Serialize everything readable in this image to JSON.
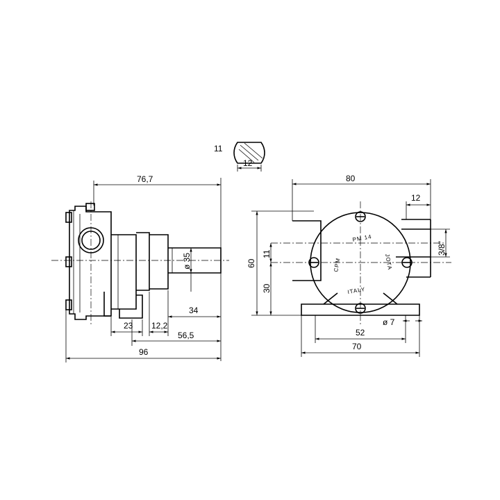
{
  "dimensions": {
    "key_height": "11",
    "key_width": "12",
    "side_length": "76,7",
    "shaft_diameter": "ø 35",
    "shaft_length": "34",
    "dim_23": "23",
    "dim_12_2": "12,2",
    "dim_56_5": "56,5",
    "overall_length": "96",
    "front_width": "80",
    "port_offset": "12",
    "port_thread": "3/8\"",
    "height_60": "60",
    "height_11": "11",
    "height_30": "30",
    "hole_spacing": "52",
    "hole_diameter": "ø 7",
    "base_width": "70"
  },
  "cover_markings": {
    "model": "PM 14",
    "brand": "CPM",
    "maker": "JOTA",
    "origin": "ITALY"
  }
}
